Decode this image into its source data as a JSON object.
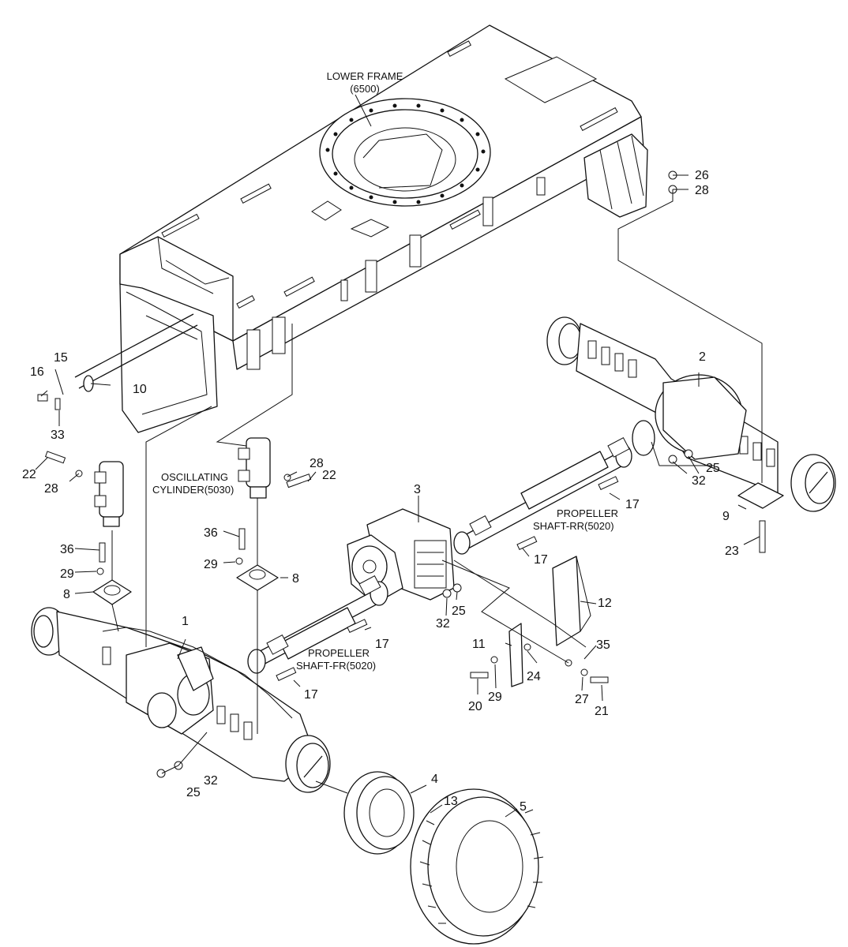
{
  "labels": {
    "lower_frame": [
      "LOWER FRAME",
      "(6500)"
    ],
    "oscillating_cylinder": [
      "OSCILLATING",
      "CYLINDER(5030)"
    ],
    "propeller_shaft_rr": [
      "PROPELLER",
      "SHAFT-RR(5020)"
    ],
    "propeller_shaft_fr": [
      "PROPELLER",
      "SHAFT-FR(5020)"
    ]
  },
  "callouts": [
    "26",
    "28",
    "2",
    "15",
    "16",
    "10",
    "33",
    "22",
    "28",
    "28",
    "22",
    "32",
    "25",
    "3",
    "17",
    "9",
    "23",
    "36",
    "29",
    "8",
    "36",
    "29",
    "8",
    "17",
    "12",
    "25",
    "32",
    "1",
    "17",
    "11",
    "35",
    "24",
    "29",
    "20",
    "27",
    "21",
    "17",
    "32",
    "25",
    "4",
    "13",
    "5"
  ]
}
